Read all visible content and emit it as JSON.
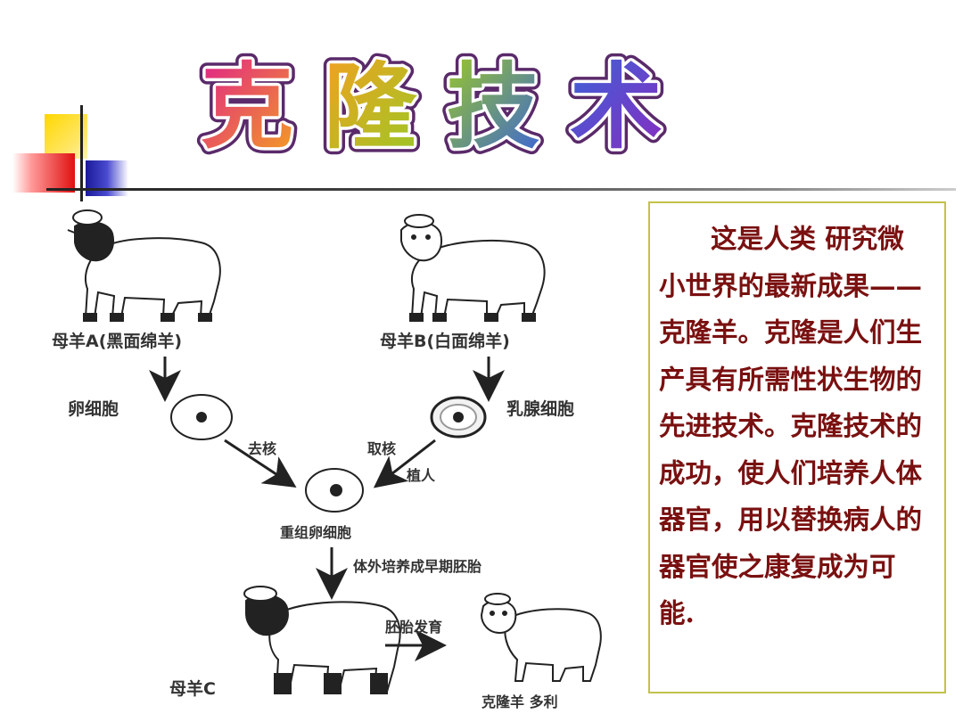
{
  "title": "克隆技术",
  "title_colors": [
    "#e0208c",
    "#f3a020",
    "#9ac826",
    "#3a64d8",
    "#8a2ac0"
  ],
  "description": "这是人类 研究微小世界的最新成果——克隆羊。克隆是人们生产具有所需性状生物的先进技术。克隆技术的成功，使人们培养人体器官，用以替换病人的器官使之康复成为可能.",
  "diagram": {
    "sheep_a_label": "母羊A(黑面绵羊)",
    "sheep_b_label": "母羊B(白面绵羊)",
    "egg_cell_label": "卵细胞",
    "mammary_cell_label": "乳腺细胞",
    "enucleate_label": "去核",
    "take_nucleus_label": "取核",
    "implant_label": "植人",
    "recombined_egg_label": "重组卵细胞",
    "culture_label": "体外培养成早期胚胎",
    "development_label": "胚胎发育",
    "sheep_c_label": "母羊C",
    "clone_label": "克隆羊  多利"
  }
}
